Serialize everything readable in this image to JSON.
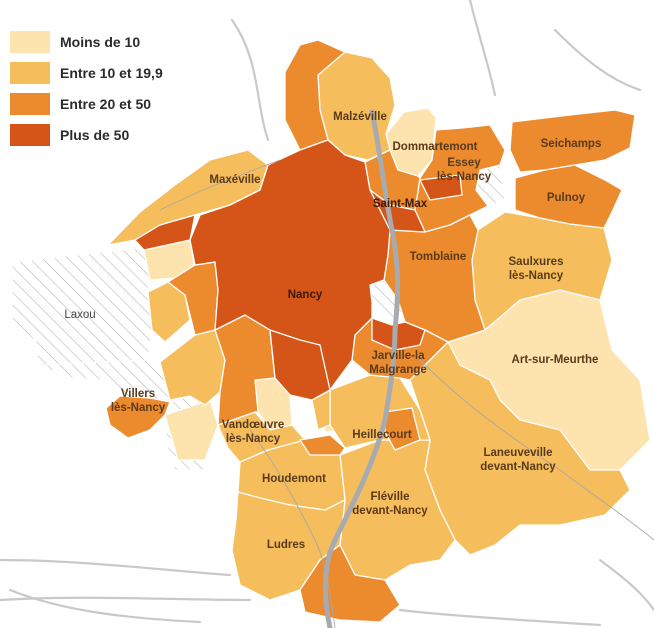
{
  "legend": {
    "items": [
      {
        "label": "Moins de 10",
        "color": "#fde3ad"
      },
      {
        "label": "Entre 10 et 19,9",
        "color": "#f5bd5b"
      },
      {
        "label": "Entre 20 et 50",
        "color": "#ec8a2e"
      },
      {
        "label": "Plus de 50",
        "color": "#d45517"
      }
    ]
  },
  "communes": {
    "malzeville": "Malzéville",
    "dommartemont": "Dommartemont",
    "seichamps": "Seichamps",
    "maxeville": "Maxéville",
    "essey_l1": "Essey",
    "essey_l2": "lès-Nancy",
    "saint_max": "Saint-Max",
    "pulnoy": "Pulnoy",
    "tomblaine": "Tomblaine",
    "saulxures_l1": "Saulxures",
    "saulxures_l2": "lès-Nancy",
    "laxou": "Laxou",
    "nancy": "Nancy",
    "jarville_l1": "Jarville-la",
    "jarville_l2": "Malgrange",
    "art_sur_meurthe": "Art-sur-Meurthe",
    "villers_l1": "Villers",
    "villers_l2": "lès-Nancy",
    "vandoeuvre_l1": "Vandœuvre",
    "vandoeuvre_l2": "lès-Nancy",
    "heillecourt": "Heillecourt",
    "laneuveville_l1": "Laneuveville",
    "laneuveville_l2": "devant-Nancy",
    "houdemont": "Houdemont",
    "fleville_l1": "Fléville",
    "fleville_l2": "devant-Nancy",
    "ludres": "Ludres"
  }
}
